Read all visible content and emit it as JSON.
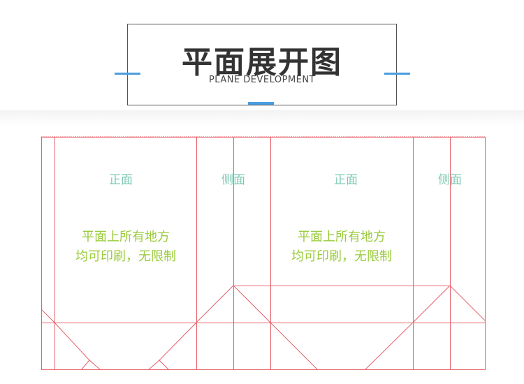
{
  "header": {
    "title": "平面展开图",
    "subtitle": "PLANE DEVELOPMENT"
  },
  "panels": {
    "front_left": "正面",
    "side_left": "侧面",
    "front_right": "正面",
    "side_right": "侧面"
  },
  "note": {
    "line1": "平面上所有地方",
    "line2": "均可印刷，无限制"
  },
  "colors": {
    "accent": "#4a9de0",
    "dieline": "#e8616a",
    "panel_label": "#7cc9b4",
    "note_text": "#9acb3c"
  }
}
